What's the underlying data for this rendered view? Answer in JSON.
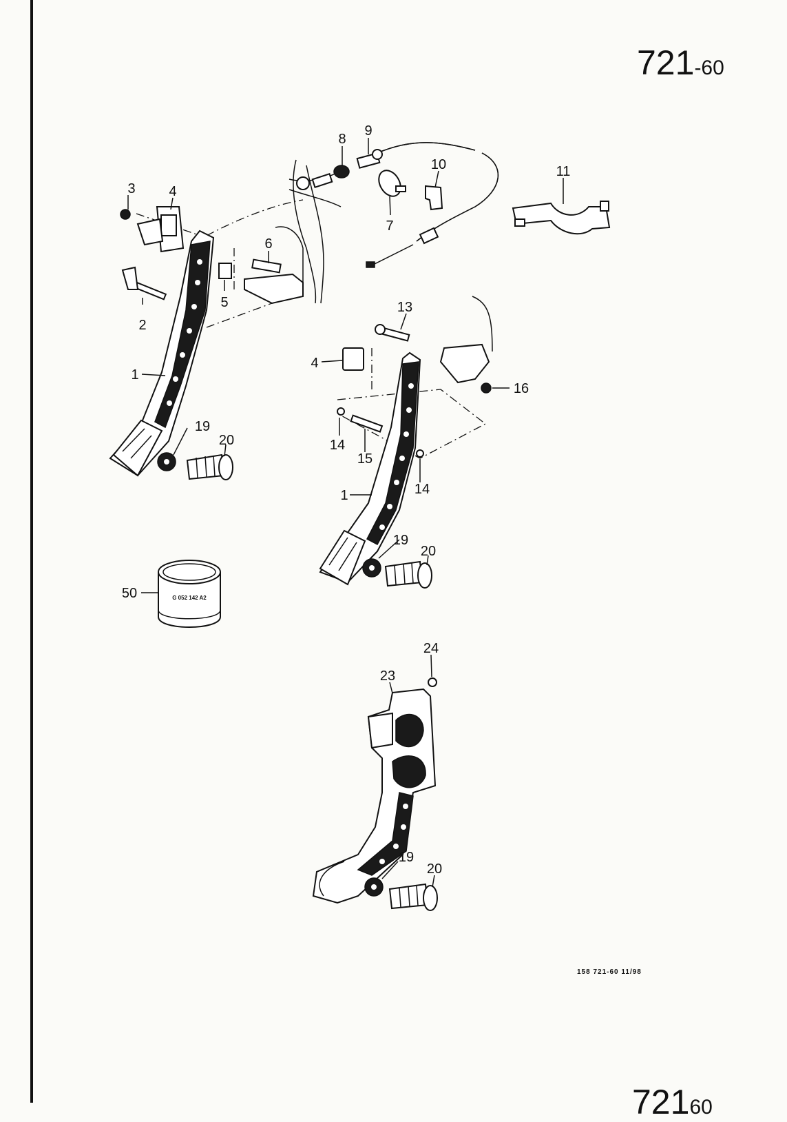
{
  "page_number": {
    "main": "721",
    "suffix": "-60"
  },
  "page_number_bottom": {
    "main": "721",
    "suffix": "60"
  },
  "drawing_code": "158  721-60  11/98",
  "canister_marking": "G 052 142 A2",
  "callouts": [
    {
      "id": "c1a",
      "label": "1"
    },
    {
      "id": "c2",
      "label": "2"
    },
    {
      "id": "c3",
      "label": "3"
    },
    {
      "id": "c4a",
      "label": "4"
    },
    {
      "id": "c5",
      "label": "5"
    },
    {
      "id": "c6",
      "label": "6"
    },
    {
      "id": "c7",
      "label": "7"
    },
    {
      "id": "c8",
      "label": "8"
    },
    {
      "id": "c9",
      "label": "9"
    },
    {
      "id": "c10",
      "label": "10"
    },
    {
      "id": "c11",
      "label": "11"
    },
    {
      "id": "c19a",
      "label": "19"
    },
    {
      "id": "c20a",
      "label": "20"
    },
    {
      "id": "c13",
      "label": "13"
    },
    {
      "id": "c4b",
      "label": "4"
    },
    {
      "id": "c16",
      "label": "16"
    },
    {
      "id": "c14a",
      "label": "14"
    },
    {
      "id": "c15",
      "label": "15"
    },
    {
      "id": "c14b",
      "label": "14"
    },
    {
      "id": "c1b",
      "label": "1"
    },
    {
      "id": "c19b",
      "label": "19"
    },
    {
      "id": "c20b",
      "label": "20"
    },
    {
      "id": "c50",
      "label": "50"
    },
    {
      "id": "c24",
      "label": "24"
    },
    {
      "id": "c23",
      "label": "23"
    },
    {
      "id": "c19c",
      "label": "19"
    },
    {
      "id": "c20c",
      "label": "20"
    }
  ]
}
